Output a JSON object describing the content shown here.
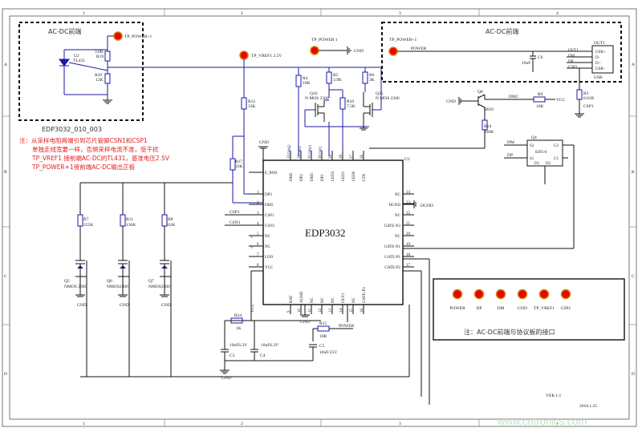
{
  "frame": {
    "cols": [
      "1",
      "2",
      "3",
      "4"
    ],
    "rows": [
      "A",
      "B",
      "C",
      "D"
    ]
  },
  "left_box": {
    "title": "AC-DC前端",
    "caption": "EDP3032_010_003",
    "tp": "TP_POWER+1",
    "u2": "U2",
    "u2_part": "TL431",
    "r19": "R19",
    "r19_val": "3.6K",
    "r20": "R20",
    "r20_val": "12K"
  },
  "right_box": {
    "title": "AC-DC前端",
    "tp": "TP_POWER+1",
    "net": "POWER",
    "c6": "C6",
    "c6_val": "10uF",
    "usb": "OUT1",
    "usb_type": "USB",
    "usb_pins": [
      "OUT1",
      "DM",
      "DP",
      "CSP1"
    ],
    "usb_pads": [
      "USB+",
      "D-",
      "D+",
      "USB-"
    ]
  },
  "top": {
    "tp_vref": "TP_VREF1 2.5V",
    "tp_power": "TP_POWER 1",
    "gnd": "GND",
    "r4": "R4",
    "r4_val": "10K",
    "r5": "R5",
    "r5_val": "3.9K",
    "r6": "R6",
    "r6_val": "3K",
    "r10": "R10",
    "r10_val": "7.5K",
    "q16": "Q16",
    "q16_part": "N MOS 2300",
    "q15": "Q15",
    "q15_part": "N MOS 2300",
    "r12": "R12",
    "r12_val": "33K",
    "r17": "R17",
    "r17_val": "33K"
  },
  "q8": {
    "ref": "Q8",
    "part": "8050",
    "dm2": "DM2",
    "r9": "R9",
    "r9_val": "10K",
    "vcc": "VCC",
    "r14": "R14",
    "r14_val": "330K",
    "r3": "R3",
    "r3_val": "0.01R",
    "csp1": "CSP1",
    "gnd": "GND"
  },
  "q4": {
    "ref": "Q4",
    "part": "8205-6",
    "pins": [
      "S2",
      "G2",
      "S1",
      "G1",
      "D1",
      "D2"
    ],
    "dm": "DM",
    "dp": "DP"
  },
  "note": [
    "注：从采样电阻两端引到芯片管脚CSN1和CSP1",
    "单独走线宽要一样，否侧采样电流不准，受干扰",
    "TP_VREF1 接前端AC-DC的TL431，基准电压2.5V",
    "TP_POWER+1接前端AC-DC输出正极"
  ],
  "ic": {
    "name": "EDP3032",
    "ref": "U1",
    "top_pins": [
      "DM2",
      "DP2",
      "DM1",
      "DP1",
      "LED3",
      "LED1",
      "LED0",
      "LTN"
    ],
    "top_nums": [
      "33",
      "32",
      "31",
      "30",
      "29",
      "28",
      "27",
      "26"
    ],
    "top_nets": [
      "DM2",
      "DP2",
      "DM1",
      "DP1"
    ],
    "left_pins": [
      "E_PAD",
      "DP3",
      "DM3",
      "CSP1",
      "CSN1",
      "NC",
      "NC",
      "LDO",
      "VCC"
    ],
    "left_nums": [
      "",
      "1",
      "2",
      "3",
      "4",
      "5",
      "6",
      "7",
      "8"
    ],
    "right_pins": [
      "NC",
      "DGND",
      "NC",
      "GATE-N2",
      "NC",
      "GATE-N1",
      "GATE-P1",
      "GATE-P2"
    ],
    "right_nums": [
      "24",
      "23",
      "22",
      "21",
      "20",
      "19",
      "18",
      "17"
    ],
    "bottom_pins": [
      "RAT",
      "AGND",
      "NC",
      "NC",
      "NC",
      "OUT1",
      "NC",
      "GATE-P3"
    ],
    "bottom_nums": [
      "9",
      "10",
      "11",
      "12",
      "13",
      "14",
      "15",
      "16"
    ],
    "left_nets": [
      "CSP1",
      "CSN1"
    ]
  },
  "mos": [
    {
      "ref": "Q5",
      "part": "NMOS 2300",
      "r": "R7",
      "rv": "255K"
    },
    {
      "ref": "Q6",
      "part": "NMOS2300",
      "r": "R11",
      "rv": "130K"
    },
    {
      "ref": "Q7",
      "part": "NMOS2300",
      "r": "R8",
      "rv": "62K"
    }
  ],
  "gnd": "GND",
  "bottom": {
    "r24": "R24",
    "r24_val": "1K",
    "c3": "C3",
    "c3_val": "10uF6.3V",
    "c4": "C4",
    "c4_val": "10uF6.3V",
    "c5": "C5",
    "c5_val": "10uF/25V",
    "r15": "R15",
    "r15_val": "10R",
    "power": "POWER",
    "vcc": "VCC",
    "dgnd": "DGND"
  },
  "interface": {
    "tps": [
      "POWER",
      "DP",
      "DM",
      "GND",
      "TP_VREF1",
      "CSP1"
    ],
    "note": "注：AC-DC前端与协议板的接口"
  },
  "footer": {
    "ver": "VER 1.1",
    "date": "2018.1.25",
    "watermark": "www.cntronics.com"
  }
}
